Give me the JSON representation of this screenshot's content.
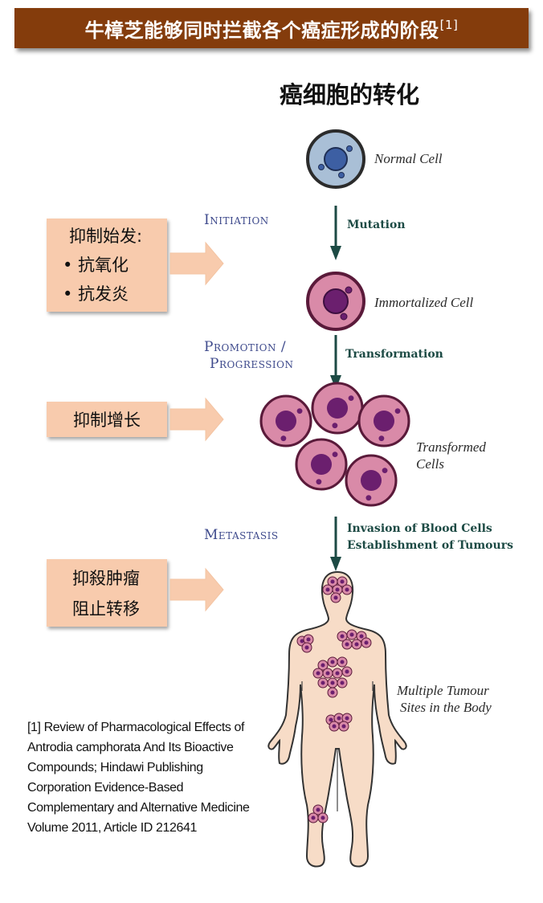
{
  "banner": {
    "title": "牛樟芝能够同时拦截各个癌症形成的阶段",
    "citation_mark": "[1]",
    "bg_color": "#843c0c"
  },
  "subtitle": "癌细胞的转化",
  "callouts": [
    {
      "lines": [
        "抑制始发:",
        "• 抗氧化",
        "• 抗发炎"
      ]
    },
    {
      "lines": [
        "抑制增长"
      ]
    },
    {
      "lines": [
        "抑殺肿瘤",
        "阻止转移"
      ]
    }
  ],
  "stages": {
    "initiation": "Initiation",
    "promotion": [
      "Promotion /",
      "Progression"
    ],
    "metastasis": "Metastasis"
  },
  "processes": {
    "mutation": "Mutation",
    "transformation": "Transformation",
    "invasion": [
      "Invasion of Blood Cells",
      "Establishment of Tumours"
    ]
  },
  "cell_labels": {
    "normal": "Normal Cell",
    "immortalized": "Immortalized Cell",
    "transformed": [
      "Transformed",
      "Cells"
    ],
    "body": [
      "Multiple Tumour",
      "Sites in the Body"
    ]
  },
  "reference": "[1] Review of Pharmacological Effects of Antrodia camphorata And Its Bioactive Compounds; Hindawi Publishing Corporation Evidence-Based Complementary and Alternative Medicine Volume 2011, Article ID 212641",
  "colors": {
    "callout_fill": "#f8cbad",
    "stage_text": "#3e4a8c",
    "process_arrow": "#1c4a44",
    "normal_cell": "#a9bfd6",
    "cancer_cell": "#d98aa8",
    "nucleus_cancer": "#6b1f6e",
    "skin": "#f7dcc7"
  }
}
